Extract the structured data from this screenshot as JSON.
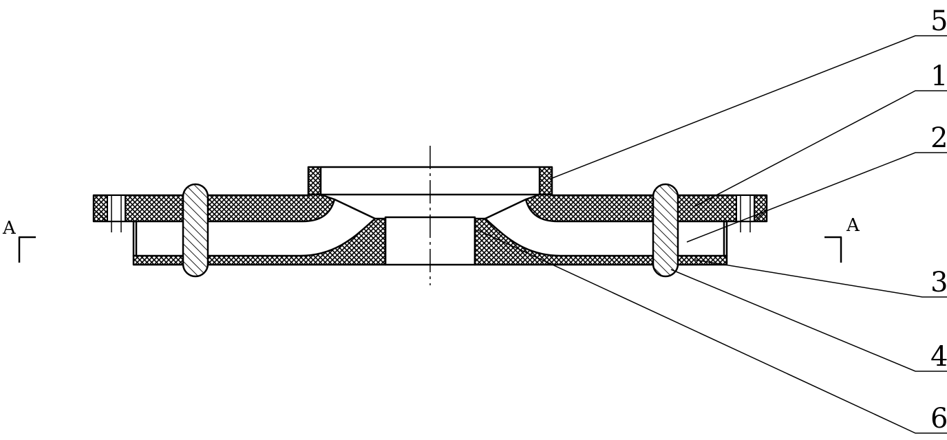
{
  "section_marks": {
    "left": "A",
    "right": "A"
  },
  "callouts": [
    {
      "id": "5",
      "label": "5"
    },
    {
      "id": "1",
      "label": "1"
    },
    {
      "id": "2",
      "label": "2"
    },
    {
      "id": "3",
      "label": "3"
    },
    {
      "id": "4",
      "label": "4"
    },
    {
      "id": "6",
      "label": "6"
    }
  ]
}
